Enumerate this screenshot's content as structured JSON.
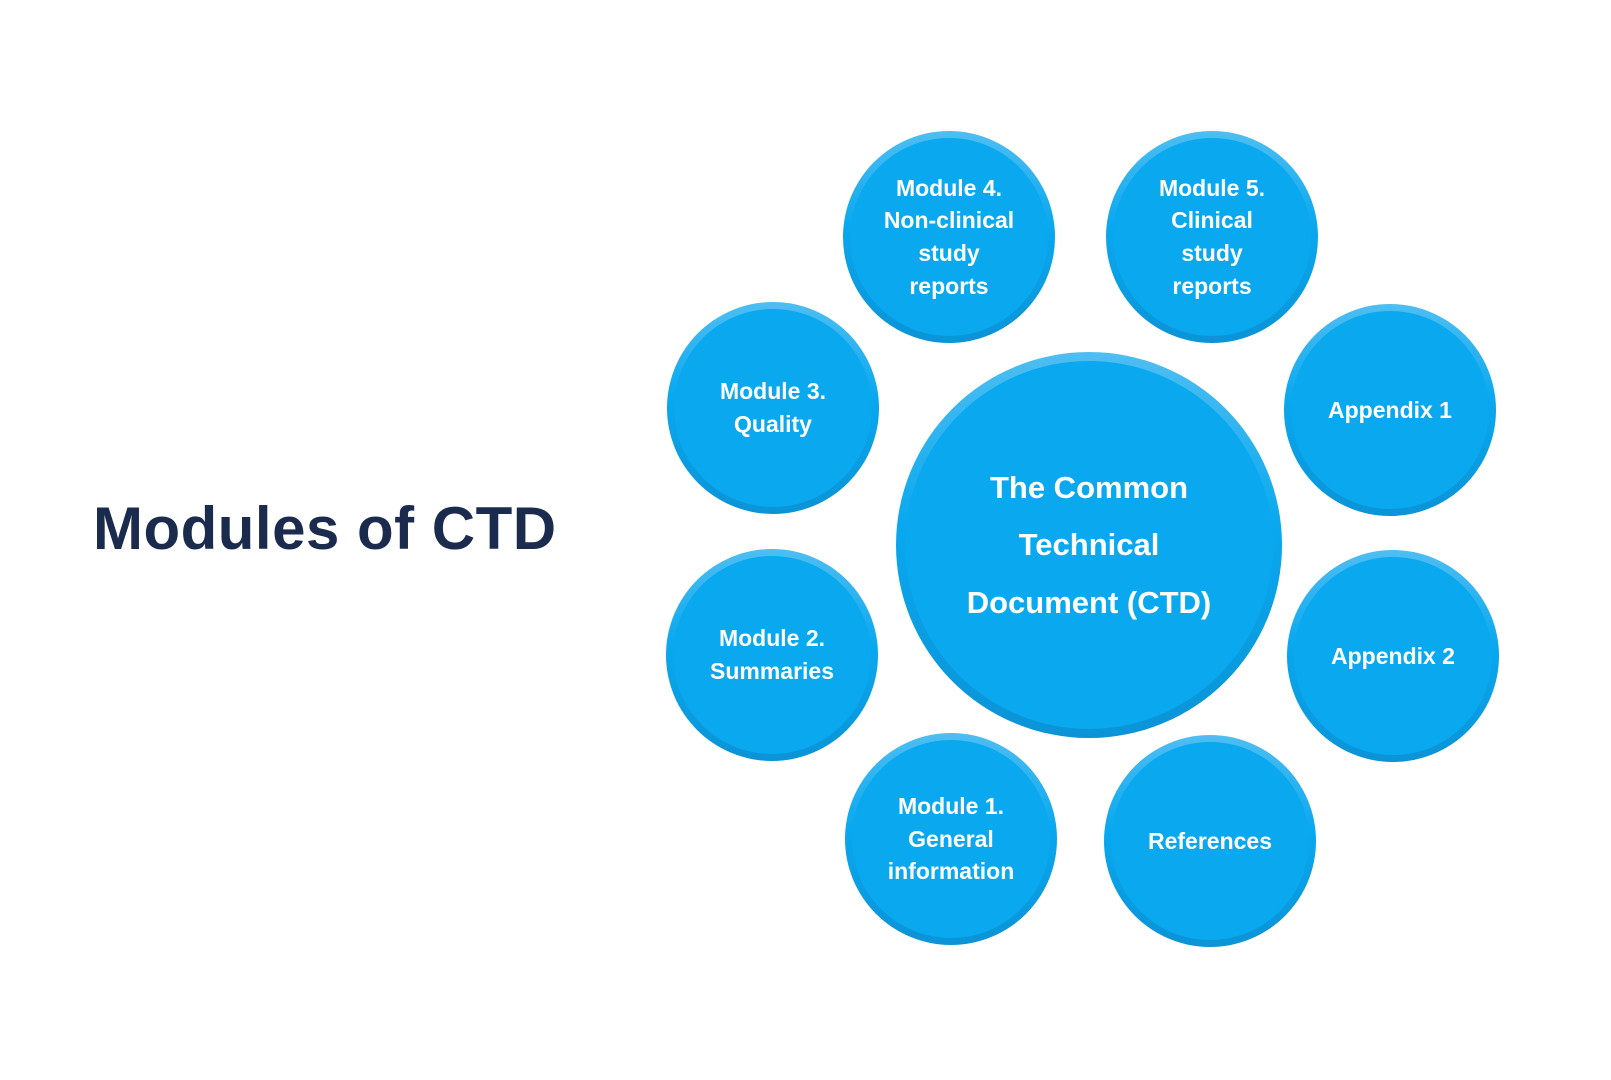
{
  "title": "Modules of CTD",
  "colors": {
    "background": "#ffffff",
    "title_color": "#1b2b4e",
    "circle_fill": "#09a8ef",
    "circle_rim_light": "#4fbef2",
    "circle_rim_dark": "#0b93d6",
    "label_color": "#ffffff"
  },
  "center": {
    "label": "The Common\nTechnical\nDocument (CTD)"
  },
  "satellites": [
    {
      "id": "module-4",
      "label": "Module 4.\nNon-clinical\nstudy\nreports"
    },
    {
      "id": "module-5",
      "label": "Module 5.\nClinical\nstudy\nreports"
    },
    {
      "id": "appendix-1",
      "label": "Appendix 1"
    },
    {
      "id": "appendix-2",
      "label": "Appendix 2"
    },
    {
      "id": "references",
      "label": "References"
    },
    {
      "id": "module-1",
      "label": "Module 1.\nGeneral\ninformation"
    },
    {
      "id": "module-2",
      "label": "Module 2.\nSummaries"
    },
    {
      "id": "module-3",
      "label": "Module 3.\nQuality"
    }
  ]
}
